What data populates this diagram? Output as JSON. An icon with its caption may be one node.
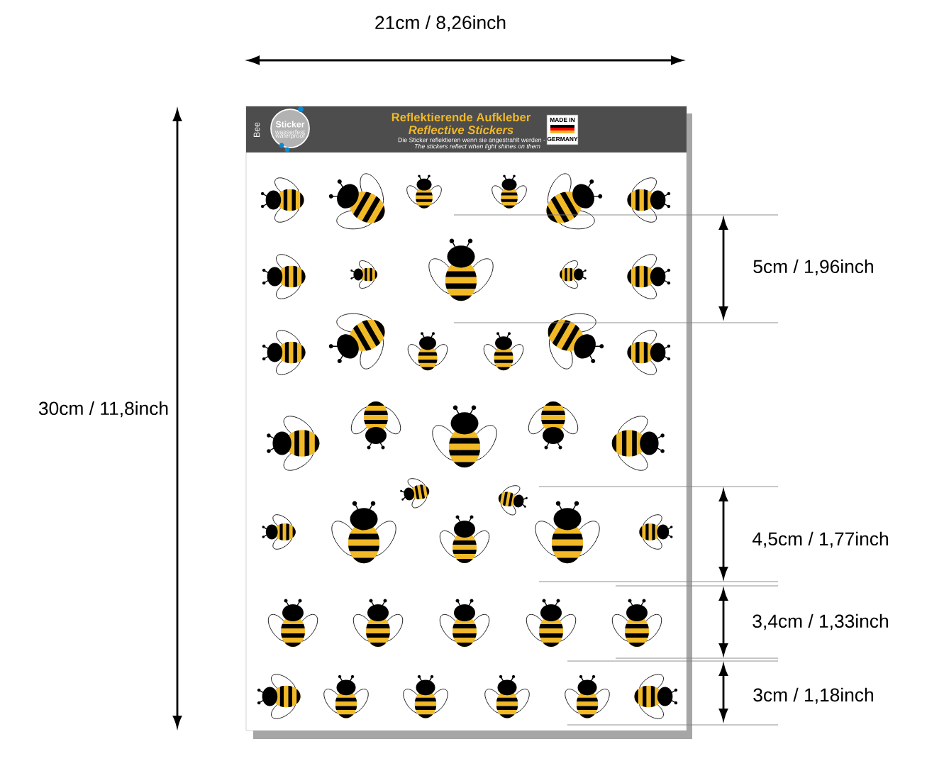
{
  "diagram": {
    "labels": [
      "21cm / 8,26inch",
      "30cm / 11,8inch",
      "5cm / 1,96inch",
      "4,5cm / 1,77inch",
      "3,4cm / 1,33inch",
      "3cm / 1,18inch",
      "Bee",
      "Sticker",
      "wasserfest",
      "waterproof",
      "Reflektierende Aufkleber",
      "Reflective Stickers",
      "Die Sticker reflektieren wenn sie angestrahlt werden -",
      "The stickers reflect when light shines on them",
      "MADE IN",
      "GERMANY"
    ]
  }
}
